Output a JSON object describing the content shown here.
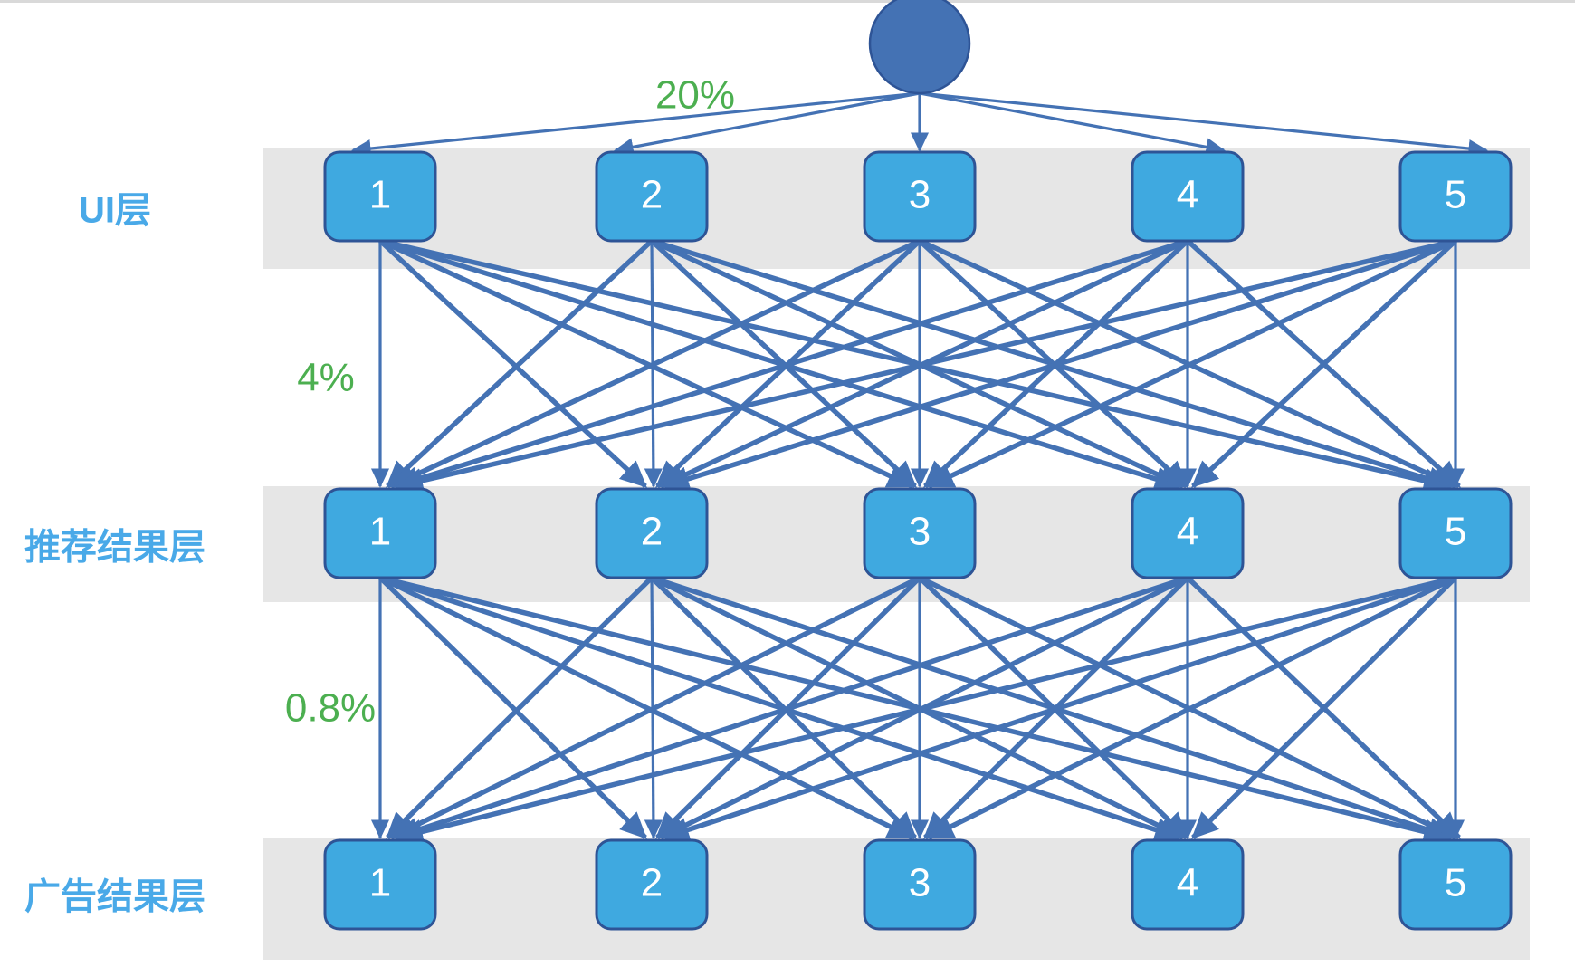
{
  "diagram": {
    "type": "layered-funnel-graph",
    "background": "#ffffff",
    "band_color": "#e6e6e6",
    "node_fill": "#3FA9E0",
    "node_stroke": "#2E5496",
    "edge_color": "#4472B4",
    "root_fill": "#4472B4",
    "label_color": "#49A9E8",
    "percent_color": "#4CAF50",
    "root": {
      "name": "root-node",
      "label": ""
    },
    "layers": [
      {
        "id": "ui",
        "title": "UI层",
        "nodes": [
          {
            "label": "1"
          },
          {
            "label": "2"
          },
          {
            "label": "3"
          },
          {
            "label": "4"
          },
          {
            "label": "5"
          }
        ]
      },
      {
        "id": "recommend",
        "title": "推荐结果层",
        "nodes": [
          {
            "label": "1"
          },
          {
            "label": "2"
          },
          {
            "label": "3"
          },
          {
            "label": "4"
          },
          {
            "label": "5"
          }
        ]
      },
      {
        "id": "ad",
        "title": "广告结果层",
        "nodes": [
          {
            "label": "1"
          },
          {
            "label": "2"
          },
          {
            "label": "3"
          },
          {
            "label": "4"
          },
          {
            "label": "5"
          }
        ]
      }
    ],
    "transitions": [
      {
        "id": "root-to-ui",
        "percent": "20%"
      },
      {
        "id": "ui-to-recommend",
        "percent": "4%"
      },
      {
        "id": "recommend-to-ad",
        "percent": "0.8%"
      }
    ]
  }
}
